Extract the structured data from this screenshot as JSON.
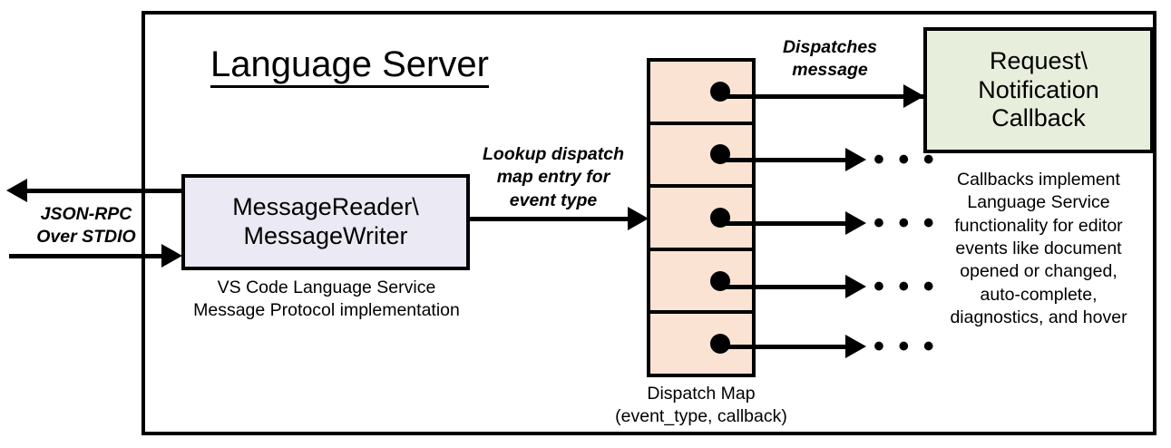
{
  "diagram": {
    "title": "Language Server",
    "external_label": "JSON-RPC\nOver STDIO",
    "external_label_lines": [
      "JSON-RPC",
      "Over STDIO"
    ],
    "nodes": {
      "message_rw": {
        "label_lines": [
          "MessageReader\\",
          "MessageWriter"
        ],
        "caption_lines": [
          "VS Code Language Service",
          "Message Protocol implementation"
        ],
        "fill": "#ebe9f3",
        "stroke": "#000000"
      },
      "dispatch_map": {
        "caption_lines": [
          "Dispatch Map",
          "(event_type, callback)"
        ],
        "fill": "#fae3d3",
        "stroke": "#000000",
        "cell_count": 5,
        "cells": [
          {
            "index": 1,
            "dot": true
          },
          {
            "index": 2,
            "dot": true
          },
          {
            "index": 3,
            "dot": true
          },
          {
            "index": 4,
            "dot": true
          },
          {
            "index": 5,
            "dot": true
          }
        ]
      },
      "callback": {
        "label_lines": [
          "Request\\",
          "Notification",
          "Callback"
        ],
        "caption_lines": [
          "Callbacks implement",
          "Language Service",
          "functionality for editor",
          "events like document",
          "opened or changed,",
          "auto-complete,",
          "diagnostics, and hover"
        ],
        "fill": "#e8eedc",
        "stroke": "#000000"
      }
    },
    "edges": {
      "lookup": {
        "label_lines": [
          "Lookup dispatch",
          "map entry for",
          "event type"
        ]
      },
      "dispatches": {
        "label_lines": [
          "Dispatches",
          "message"
        ]
      },
      "row_continuations": {
        "glyph": "• • •",
        "count": 4
      }
    }
  }
}
